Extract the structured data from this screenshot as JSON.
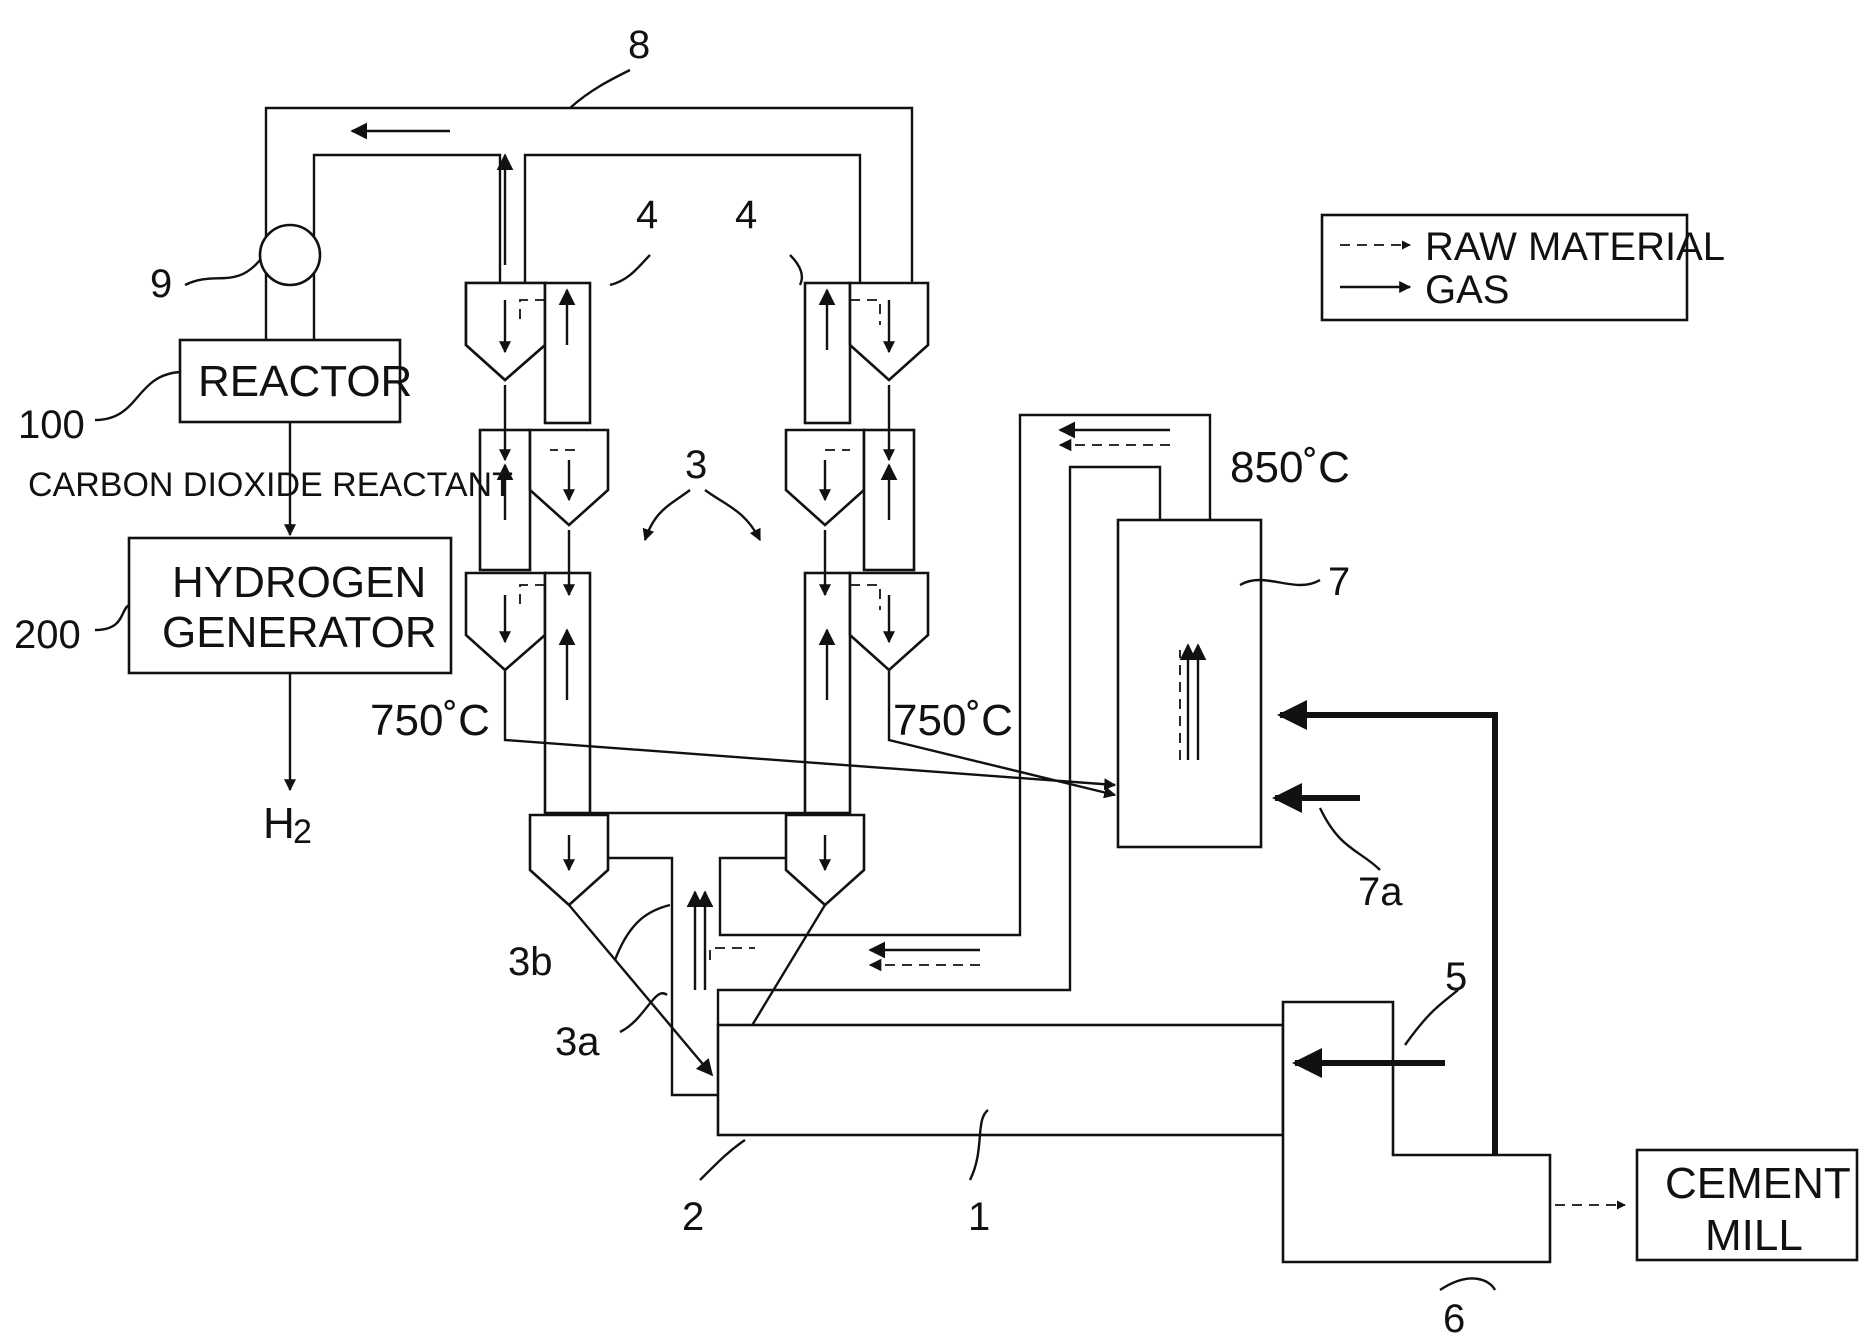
{
  "labels": {
    "n8": "8",
    "n9": "9",
    "n4_left": "4",
    "n4_right": "4",
    "n3": "3",
    "n100": "100",
    "n200": "200",
    "n7": "7",
    "n7a": "7a",
    "n3a": "3a",
    "n3b": "3b",
    "n5": "5",
    "n2": "2",
    "n1": "1",
    "n6": "6"
  },
  "boxes": {
    "reactor": "REACTOR",
    "hydrogen_line1": "HYDROGEN",
    "hydrogen_line2": "GENERATOR",
    "cement_line1": "CEMENT",
    "cement_line2": "MILL"
  },
  "text": {
    "carbon_dioxide": "CARBON DIOXIDE REACTANT",
    "h2": "H",
    "h2_sub": "2",
    "temp_left": "750˚C",
    "temp_right": "750˚C",
    "temp_top": "850˚C"
  },
  "legend": {
    "raw_material": "RAW MATERIAL",
    "gas": "GAS"
  }
}
